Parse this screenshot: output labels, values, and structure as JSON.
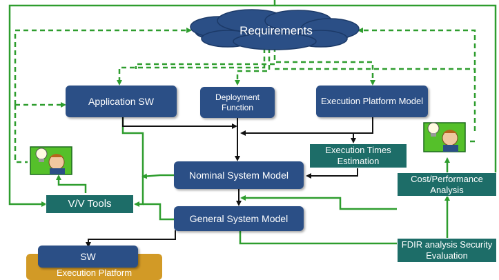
{
  "diagram": {
    "requirements": "Requirements",
    "application_sw": "Application SW",
    "deployment_function": "Deployment Function",
    "execution_platform_model": "Execution Platform Model",
    "execution_times_estimation": "Execution Times Estimation",
    "nominal_system_model": "Nominal System Model",
    "general_system_model": "General System Model",
    "vv_tools": "V/V Tools",
    "cost_performance_analysis": "Cost/Performance Analysis",
    "fdir_analysis": "FDIR analysis Security Evaluation",
    "sw": "SW",
    "execution_platform": "Execution Platform"
  },
  "colors": {
    "navy": "#2b4f86",
    "teal": "#1d6d68",
    "green": "#2e9d2e",
    "orange": "#d29a26"
  }
}
